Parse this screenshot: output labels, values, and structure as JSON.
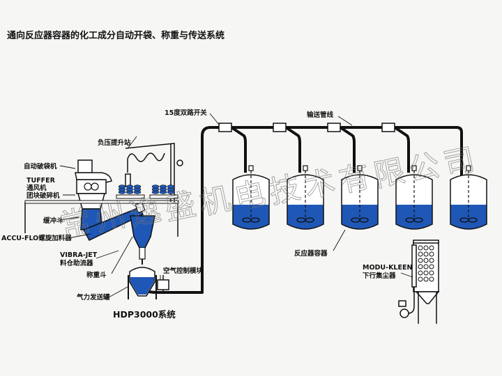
{
  "title": "通向反应器容器的化工成分自动开袋、称重与传送系统",
  "colors": {
    "liquid": "#1f57b6",
    "pipe": "#111111",
    "background": "#f6f6f4"
  },
  "labels": {
    "auto_bag_opener": "自动破袋机",
    "tuffer_line1": "TUFFER",
    "tuffer_line2": "通风机",
    "tuffer_line3": "团块破碎机",
    "buffer_hopper": "缓冲斗",
    "accu_flo": "ACCU-FLO螺旋加料器",
    "vibra_jet_line1": "VIBRA-JET",
    "vibra_jet_line2": "料仓助流器",
    "weigh_hopper": "称重斗",
    "pneumatic_tank": "气力发送罐",
    "air_control": "空气控制模块",
    "vacuum_lift": "负压提升站",
    "diverter_valve": "15度双路开关",
    "convey_line": "输送管线",
    "reactor_vessel": "反应器容器",
    "modu_kleen_line1": "MODU-KLEEN",
    "modu_kleen_line2": "下行集尘器",
    "system_name": "HDP3000系统"
  },
  "reactors": [
    {
      "name": "reactor-1",
      "fill": 0.45
    },
    {
      "name": "reactor-2",
      "fill": 0.45
    },
    {
      "name": "reactor-3",
      "fill": 0.45
    },
    {
      "name": "reactor-4",
      "fill": 0.45
    },
    {
      "name": "reactor-5",
      "fill": 0.45
    }
  ],
  "watermark": [
    "常",
    "州",
    "逸",
    "盛",
    "机",
    "电",
    "技",
    "术",
    "有",
    "限",
    "公",
    "司"
  ]
}
